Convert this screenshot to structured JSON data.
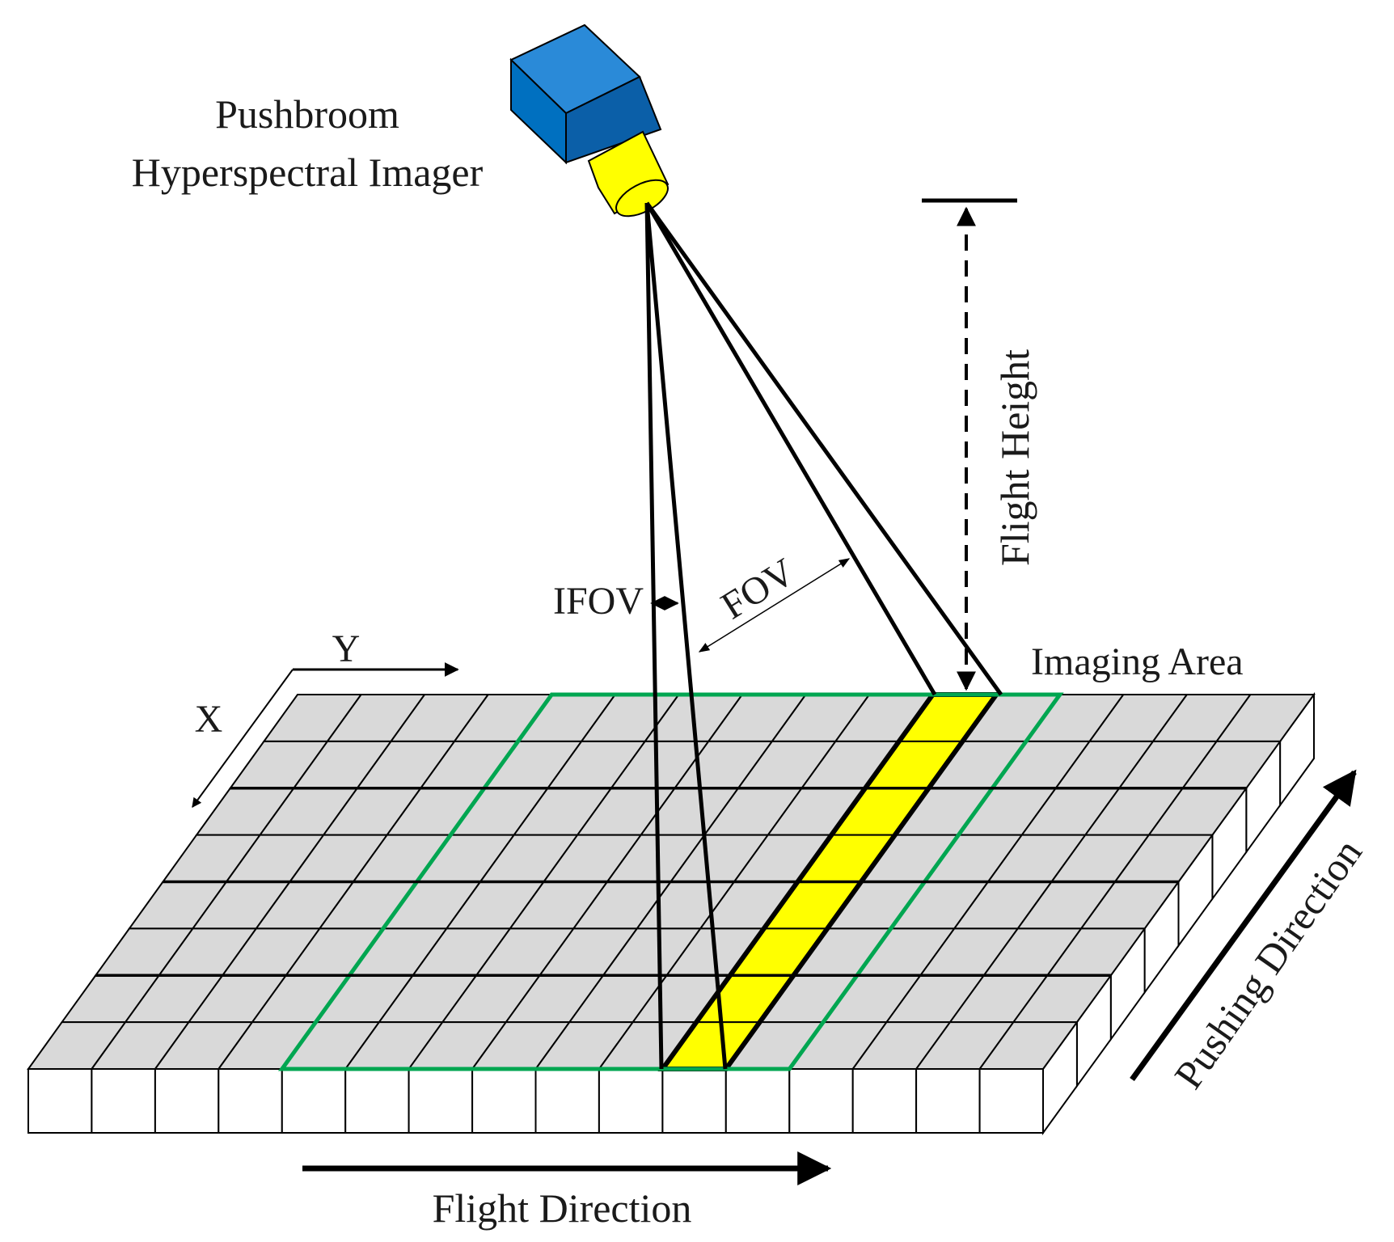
{
  "labels": {
    "imager_line1": "Pushbroom",
    "imager_line2": "Hyperspectral Imager",
    "flight_height": "Flight Height",
    "fov": "FOV",
    "ifov": "IFOV",
    "imaging_area": "Imaging Area",
    "axis_y": "Y",
    "axis_x": "X",
    "pushing_direction": "Pushing Direction",
    "flight_direction": "Flight Direction"
  },
  "grid": {
    "columns": 16,
    "rows": 8,
    "highlighted_column_index": 10,
    "imaging_area_columns": [
      4,
      12
    ]
  },
  "colors": {
    "cell_fill": "#d9d9d9",
    "front_face": "#ffffff",
    "grid_line": "#000000",
    "imaging_area_outline": "#00a651",
    "scanline_fill": "#ffff00",
    "camera_body": "#0070c0",
    "camera_lens": "#ffff00"
  }
}
